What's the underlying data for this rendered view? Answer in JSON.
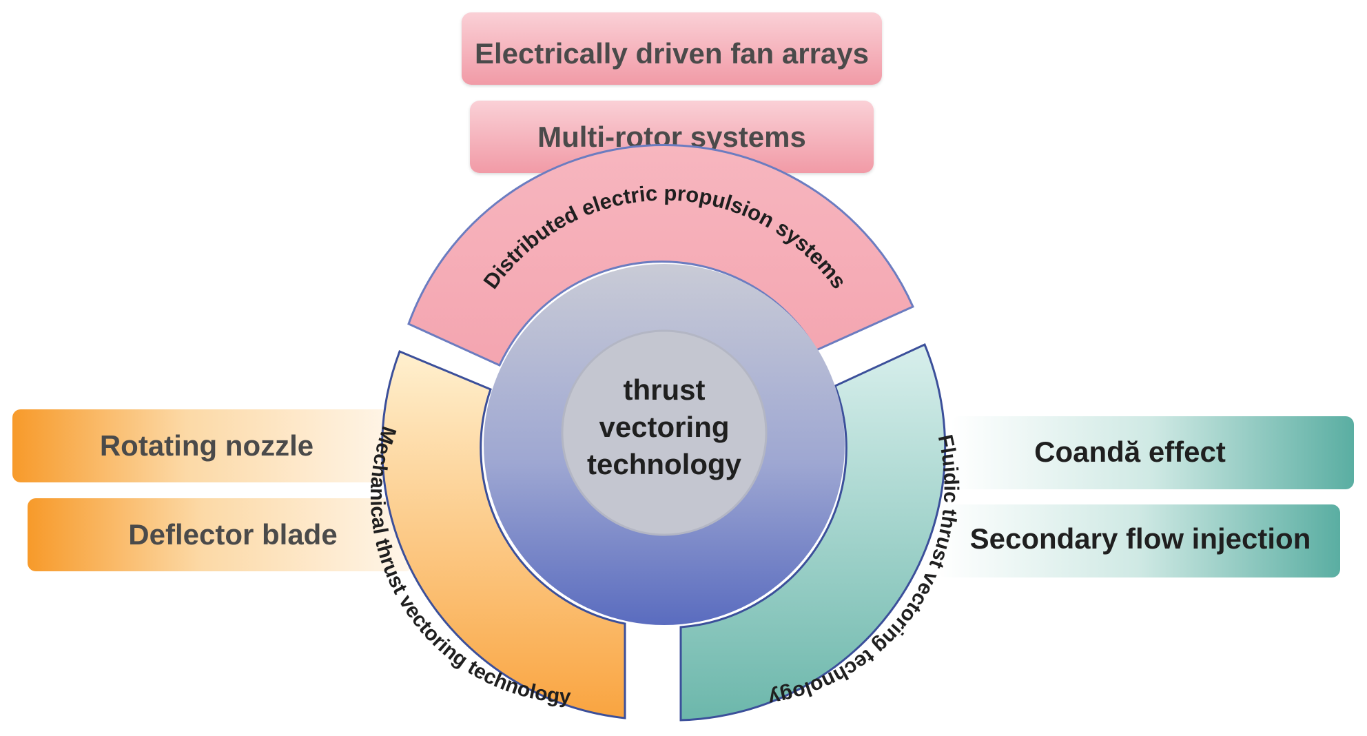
{
  "colors": {
    "pink_fill": "#f6b3bc",
    "pink_box": "#f5a7b1",
    "pink_stroke": "#6b7cc0",
    "orange_dark": "#f79a2a",
    "orange_light": "#ffe6b8",
    "teal_dark": "#5aaea2",
    "teal_light": "#d6eeea",
    "navy_stroke": "#3b4f9a",
    "text_dark": "#1f1f1f",
    "text_grey": "#4a4a4a"
  },
  "center": {
    "line1": "thrust",
    "line2": "vectoring",
    "line3": "technology"
  },
  "segments": {
    "top": "Distributed electric propulsion systems",
    "left": "Mechanical thrust vectoring technology",
    "right": "Fluidic thrust vectoring technology"
  },
  "boxes": {
    "top1": "Electrically driven fan arrays",
    "top2": "Multi-rotor systems",
    "left1": "Rotating nozzle",
    "left2": "Deflector blade",
    "right1": "Coandă effect",
    "right2": "Secondary flow injection"
  }
}
